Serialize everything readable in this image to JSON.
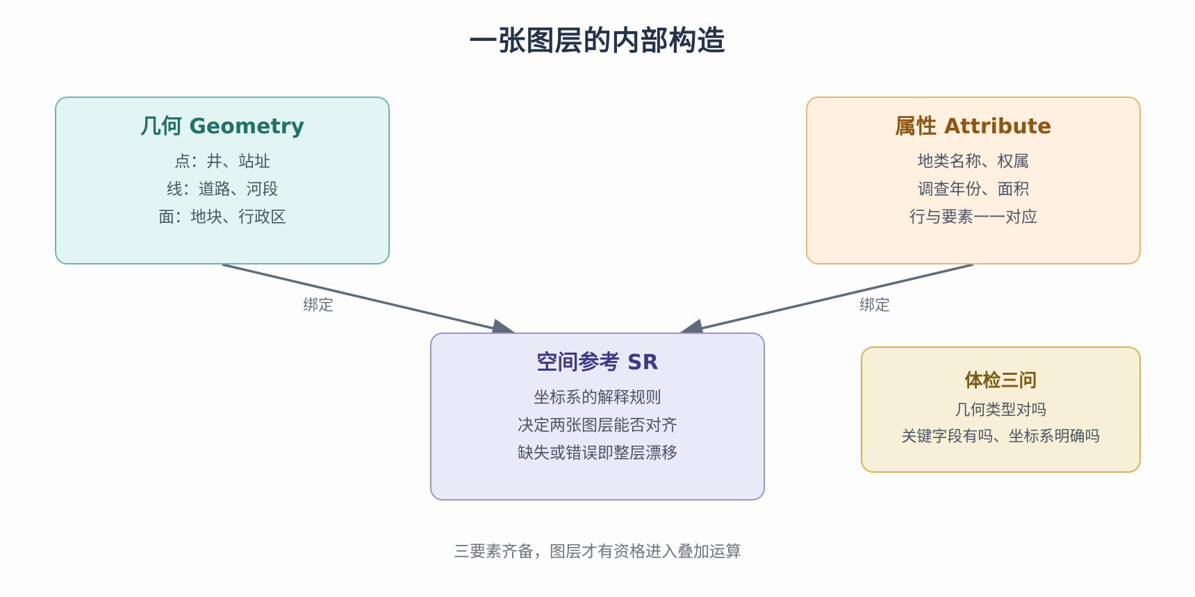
{
  "title": "一张图层的内部构造",
  "nodes": {
    "geometry": {
      "title": "几何 Geometry",
      "lines": [
        "点：井、站址",
        "线：道路、河段",
        "面：地块、行政区"
      ]
    },
    "attribute": {
      "title": "属性 Attribute",
      "lines": [
        "地类名称、权属",
        "调查年份、面积",
        "行与要素一一对应"
      ]
    },
    "spatial_ref": {
      "title": "空间参考 SR",
      "lines": [
        "坐标系的解释规则",
        "决定两张图层能否对齐",
        "缺失或错误即整层漂移"
      ]
    },
    "checklist": {
      "title": "体检三问",
      "lines": [
        "几何类型对吗",
        "关键字段有吗、坐标系明确吗"
      ]
    }
  },
  "edges": [
    {
      "from": "geometry",
      "to": "spatial_ref",
      "label": "绑定"
    },
    {
      "from": "attribute",
      "to": "spatial_ref",
      "label": "绑定"
    }
  ],
  "footer": "三要素齐备，图层才有资格进入叠加运算",
  "colors": {
    "arrow": "#5d6b7b"
  }
}
